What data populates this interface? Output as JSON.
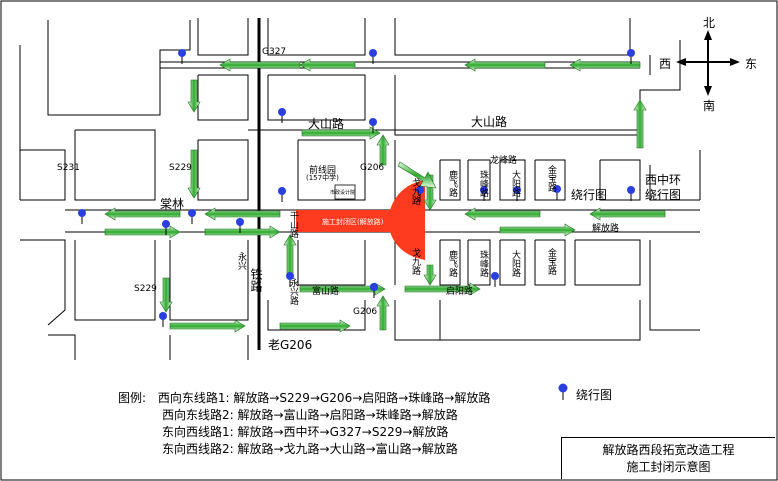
{
  "compass": {
    "north": "北",
    "south": "南",
    "west": "西",
    "east": "东"
  },
  "roads": {
    "g327": "G327",
    "dashan_w": "大山路",
    "dashan_e": "大山路",
    "s231": "S231",
    "s229_a": "S229",
    "g206_top": "G206",
    "changlin": "棠林",
    "xizhonghuan": "西中环",
    "raoxing_map": "绕行图",
    "raoxing_map2": "绕行图",
    "s229_b": "S229",
    "fushan": "富山路",
    "qiyang": "启阳路",
    "g206_bottom": "G206",
    "lao_g206": "老G206",
    "jiefang_e": "解放路",
    "xinzhu": "永兴",
    "tielu": "铁路",
    "longxi": "龙峰路"
  },
  "site": {
    "name": "施工封闭区(解放路)",
    "landmark": "前线园",
    "landmark_sub": "(157中学)",
    "building": "市政设计院",
    "gejiu_n": "戈九路",
    "gejiu_s": "戈九路",
    "lufei_n": "鹿飞路",
    "lufei_s": "鹿飞路",
    "zhufeng_n": "珠峰路",
    "zhufeng_s": "珠峰路",
    "dayang": "大阳路",
    "dayang_s": "大阳路",
    "jinbao_n": "金宝路",
    "jinbao_s": "金宝路",
    "ganshan": "干山路",
    "yong": "永兴路"
  },
  "legend": {
    "prefix": "图例:",
    "routes": [
      "西向东线路1: 解放路→S229→G206→启阳路→珠峰路→解放路",
      "西向东线路2: 解放路→富山路→启阳路→珠峰路→解放路",
      "东向西线路1: 解放路→西中环→G327→S229→解放路",
      "东向西线路2: 解放路→戈九路→大山路→富山路→解放路"
    ],
    "pin_label": "绕行图"
  },
  "title": {
    "line1": "解放路西段拓宽改造工程",
    "line2": "施工封闭示意图"
  },
  "colors": {
    "arrow": "#2eaa2e",
    "closure": "#ff3b1f",
    "pin": "#2a3fe0",
    "road": "#000000"
  }
}
